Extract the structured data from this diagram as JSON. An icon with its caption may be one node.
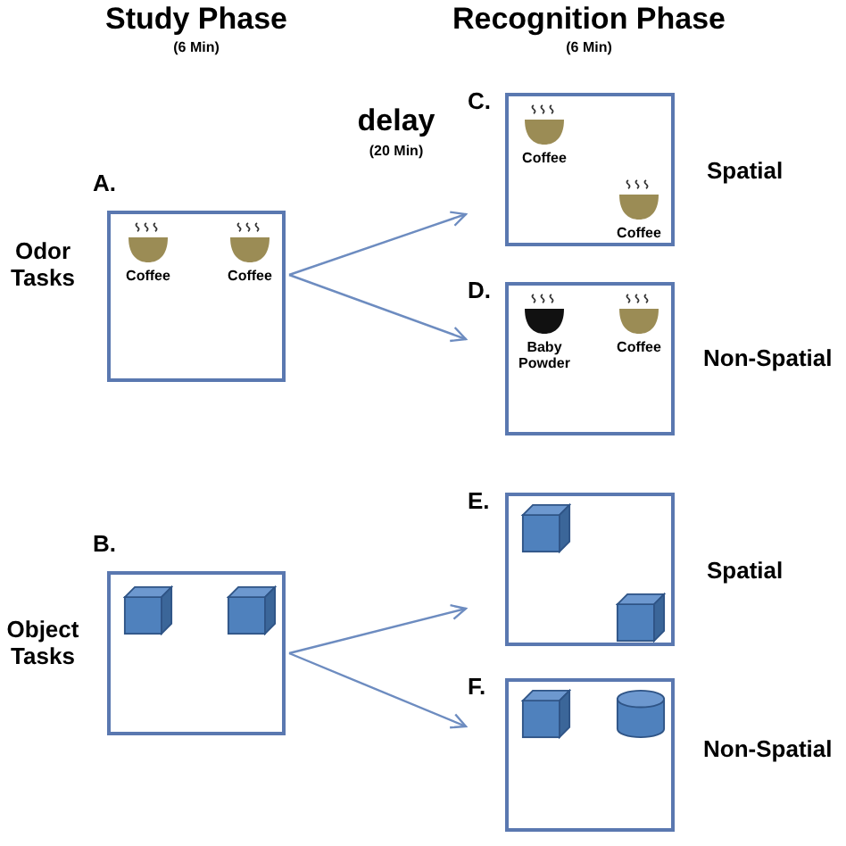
{
  "diagram": {
    "nodes": [
      {
        "text": [
          "A."
        ]
      },
      {
        "text": [
          "Coffee"
        ],
        "in": 0
      },
      {
        "text": [
          "Coffee"
        ],
        "in": 0
      },
      {
        "text": [
          "B."
        ]
      },
      {
        "text": [],
        "shape": "cube",
        "in": 3
      },
      {
        "text": [],
        "shape": "cube",
        "in": 3
      },
      {
        "text": [
          "C."
        ]
      },
      {
        "text": [
          "Coffee"
        ],
        "in": 6
      },
      {
        "text": [
          "Coffee"
        ],
        "in": 6
      },
      {
        "text": [
          "D."
        ]
      },
      {
        "text": [
          "Baby Powder"
        ],
        "in": 9
      },
      {
        "text": [
          "Coffee"
        ],
        "in": 9
      },
      {
        "text": [
          "E."
        ]
      },
      {
        "text": [],
        "shape": "cube",
        "in": 12
      },
      {
        "text": [],
        "shape": "cube",
        "in": 12
      },
      {
        "text": [
          "F."
        ]
      },
      {
        "text": [],
        "shape": "cube",
        "in": 15
      },
      {
        "text": [],
        "shape": "cylinder",
        "in": 15
      }
    ],
    "edges": [
      {
        "from": 0,
        "to": 6,
        "arrow": "to"
      },
      {
        "from": 0,
        "to": 9,
        "arrow": "to"
      },
      {
        "from": 3,
        "to": 12,
        "arrow": "to"
      },
      {
        "from": 3,
        "to": 15,
        "arrow": "to"
      }
    ],
    "labels": [
      "Study Phase",
      "(6 Min)",
      "Recognition Phase",
      "(6 Min)",
      "delay",
      "(20 Min)",
      "Spatial",
      "Odor Tasks",
      "Non-Spatial",
      "Object Tasks",
      "Spatial",
      "Non-Spatial"
    ]
  }
}
